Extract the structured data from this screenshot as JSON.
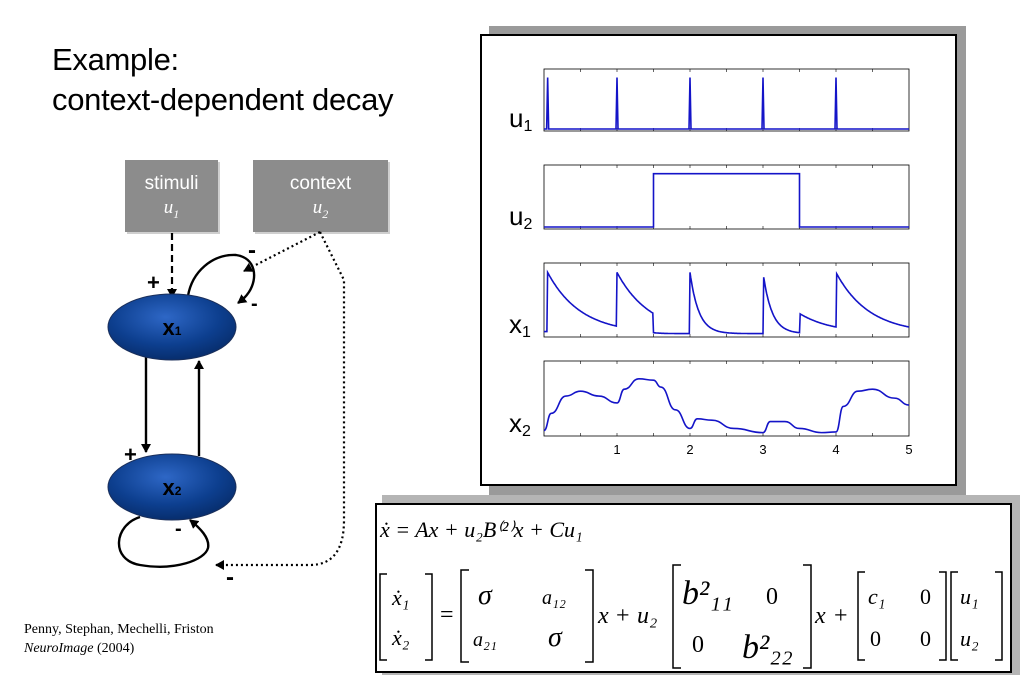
{
  "title": {
    "line1": "Example:",
    "line2": "context-dependent decay"
  },
  "inputs": [
    {
      "label": "stimuli",
      "symbol": "u",
      "index": "1"
    },
    {
      "label": "context",
      "symbol": "u",
      "index": "2"
    }
  ],
  "nodes": [
    {
      "symbol": "x",
      "index": "1"
    },
    {
      "symbol": "x",
      "index": "2"
    }
  ],
  "signs": {
    "plus_u1": "+",
    "minus_context_x1": "-",
    "minus_self_x1": "-",
    "plus_x1_x2": "+",
    "minus_self_x2": "-",
    "minus_context_x2": "-"
  },
  "colors": {
    "box_fill": "#8c8c8c",
    "node_fill": "#0d3f8f",
    "trace": "#1414c8"
  },
  "citation": {
    "authors": "Penny, Stephan, Mechelli, Friston",
    "journal": "NeuroImage",
    "year": "(2004)"
  },
  "chart_data": {
    "type": "line",
    "x_range": [
      0,
      5
    ],
    "x_ticks": [
      "1",
      "2",
      "3",
      "4",
      "5"
    ],
    "grid": false,
    "series": [
      {
        "name": "u1",
        "kind": "spikes",
        "spike_times": [
          0.05,
          1.0,
          2.0,
          3.0,
          4.0
        ]
      },
      {
        "name": "u2",
        "kind": "step",
        "points": [
          [
            0,
            0
          ],
          [
            1.5,
            0
          ],
          [
            1.5,
            1
          ],
          [
            3.5,
            1
          ],
          [
            3.5,
            0
          ],
          [
            5,
            0
          ]
        ]
      },
      {
        "name": "x1",
        "kind": "decay",
        "onsets": [
          0.05,
          1.0,
          2.0,
          3.0,
          4.0
        ]
      },
      {
        "name": "x2",
        "kind": "response",
        "points": [
          [
            0,
            0.05
          ],
          [
            0.1,
            0.3
          ],
          [
            0.3,
            0.55
          ],
          [
            0.5,
            0.62
          ],
          [
            0.75,
            0.55
          ],
          [
            1.0,
            0.45
          ],
          [
            1.1,
            0.65
          ],
          [
            1.3,
            0.8
          ],
          [
            1.5,
            0.78
          ],
          [
            1.6,
            0.68
          ],
          [
            1.8,
            0.35
          ],
          [
            2.0,
            0.08
          ],
          [
            2.1,
            0.22
          ],
          [
            2.3,
            0.2
          ],
          [
            2.6,
            0.08
          ],
          [
            3.0,
            0.02
          ],
          [
            3.1,
            0.18
          ],
          [
            3.3,
            0.18
          ],
          [
            3.5,
            0.08
          ],
          [
            3.8,
            0.02
          ],
          [
            4.0,
            0.03
          ],
          [
            4.1,
            0.4
          ],
          [
            4.3,
            0.62
          ],
          [
            4.5,
            0.65
          ],
          [
            4.8,
            0.52
          ],
          [
            5.0,
            0.42
          ]
        ]
      }
    ],
    "row_labels": [
      {
        "symbol": "u",
        "index": "1"
      },
      {
        "symbol": "u",
        "index": "2"
      },
      {
        "symbol": "x",
        "index": "1"
      },
      {
        "symbol": "x",
        "index": "2"
      }
    ]
  },
  "equations": {
    "line1": "ẋ = Ax + u₂B⁽²⁾x + Cu₁",
    "lhs": [
      "ẋ₁",
      "ẋ₂"
    ],
    "A": [
      [
        "σ",
        "a₁₂"
      ],
      [
        "a₂₁",
        "σ"
      ]
    ],
    "u2": "u₂",
    "B": [
      [
        "b²₁₁",
        "0"
      ],
      [
        "0",
        "b²₂₂"
      ]
    ],
    "C": [
      [
        "c₁",
        "0"
      ],
      [
        "0",
        "0"
      ]
    ],
    "u": [
      "u₁",
      "u₂"
    ],
    "ops": {
      "eq": "=",
      "plus": "+",
      "x": "x"
    }
  }
}
